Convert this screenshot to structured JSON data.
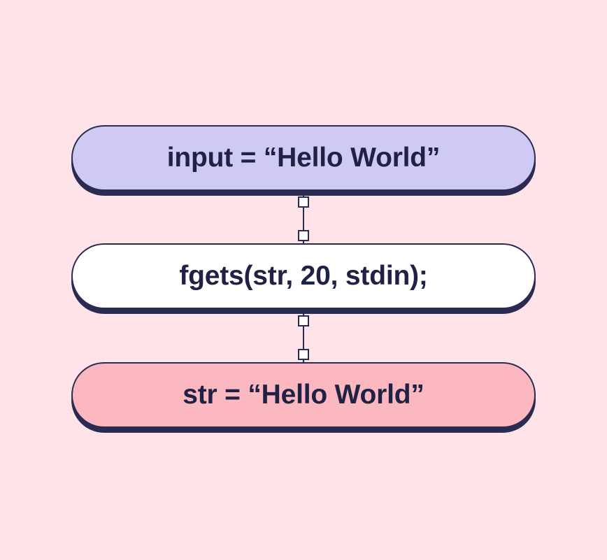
{
  "colors": {
    "background": "#fee4e8",
    "outline": "#2b2b52",
    "text": "#1f2145",
    "input_fill": "#cfcaf4",
    "call_fill": "#ffffff",
    "output_fill": "#fbb8c0",
    "port_fill": "#ffffff"
  },
  "flow": {
    "steps": [
      {
        "label": "input = “Hello World”"
      },
      {
        "label": "fgets(str, 20, stdin);"
      },
      {
        "label": "str = “Hello World”"
      }
    ]
  }
}
